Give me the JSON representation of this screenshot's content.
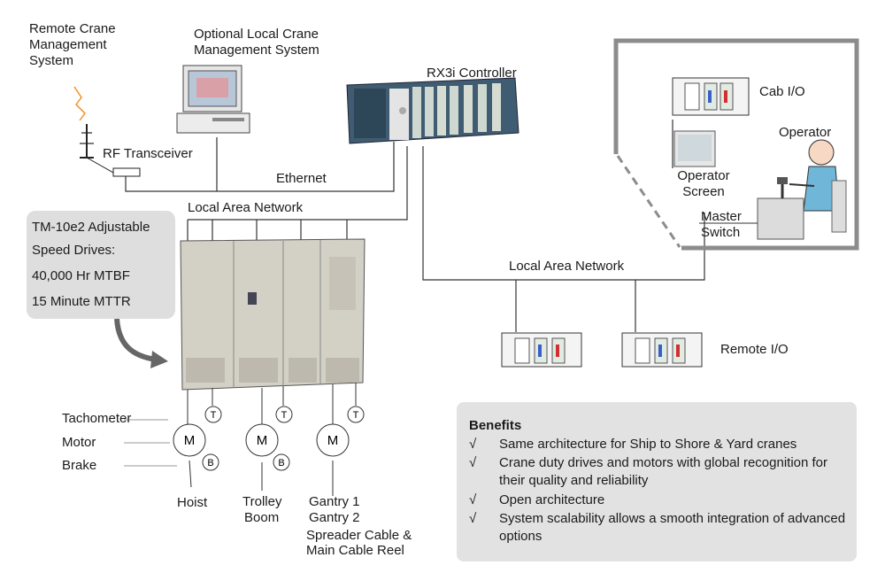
{
  "labels": {
    "remote_mgmt": "Remote Crane Management System",
    "local_mgmt": "Optional Local Crane Management System",
    "controller": "RX3i Controller",
    "rf_transceiver": "RF Transceiver",
    "ethernet": "Ethernet",
    "lan_top": "Local Area Network",
    "lan_bottom": "Local Area Network",
    "cab_io": "Cab I/O",
    "operator": "Operator",
    "operator_screen": "Operator Screen",
    "master_switch": "Master Switch",
    "remote_io": "Remote I/O",
    "tachometer": "Tachometer",
    "motor": "Motor",
    "brake": "Brake",
    "hoist": "Hoist",
    "trolley": "Trolley",
    "boom": "Boom",
    "gantry1": "Gantry 1",
    "gantry2": "Gantry 2",
    "spreader": "Spreader Cable &",
    "main_reel": "Main Cable Reel",
    "motor_symbol": "M",
    "tach_symbol": "T",
    "brake_symbol": "B"
  },
  "callout": {
    "line1": "TM-10e2 Adjustable",
    "line2": "Speed Drives:",
    "line3": "40,000 Hr MTBF",
    "line4": "15 Minute MTTR"
  },
  "benefits": {
    "title": "Benefits",
    "check": "√",
    "items": [
      "Same architecture for Ship to Shore & Yard cranes",
      "Crane duty drives and motors with global recognition for their quality and reliability",
      "Open architecture",
      "System scalability allows a smooth integration of advanced options"
    ]
  }
}
